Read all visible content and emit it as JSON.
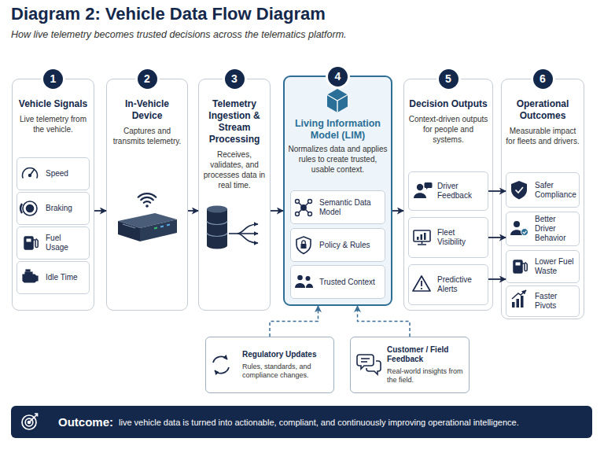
{
  "diagram": {
    "title": "Diagram 2: Vehicle Data Flow Diagram",
    "caption": "How live telemetry becomes trusted decisions across the telematics platform.",
    "nodes": [
      {
        "text": [
          "1",
          "Vehicle Signals",
          "Live telemetry from the vehicle."
        ]
      },
      {
        "text": [
          "Speed"
        ],
        "in": 0
      },
      {
        "text": [
          "Braking"
        ],
        "in": 0
      },
      {
        "text": [
          "Fuel Usage"
        ],
        "in": 0
      },
      {
        "text": [
          "Idle Time"
        ],
        "in": 0
      },
      {
        "text": [
          "2",
          "In-Vehicle Device",
          "Captures and transmits telemetry."
        ]
      },
      {
        "text": [
          "3",
          "Telemetry Ingestion & Stream Processing",
          "Receives, validates, and processes data in real time."
        ]
      },
      {
        "text": [
          "4",
          "Living Information Model (LIM)",
          "Normalizes data and applies rules to create trusted, usable context."
        ]
      },
      {
        "text": [
          "Semantic Data Model"
        ],
        "in": 7
      },
      {
        "text": [
          "Policy & Rules"
        ],
        "in": 7
      },
      {
        "text": [
          "Trusted Context"
        ],
        "in": 7
      },
      {
        "text": [
          "5",
          "Decision Outputs",
          "Context-driven outputs for people and systems."
        ]
      },
      {
        "text": [
          "Driver Feedback"
        ],
        "in": 11
      },
      {
        "text": [
          "Fleet Visibility"
        ],
        "in": 11
      },
      {
        "text": [
          "Predictive Alerts"
        ],
        "in": 11
      },
      {
        "text": [
          "6",
          "Operational Outcomes",
          "Measurable impact for fleets and drivers."
        ]
      },
      {
        "text": [
          "Safer Compliance"
        ],
        "in": 15
      },
      {
        "text": [
          "Better Driver Behavior"
        ],
        "in": 15
      },
      {
        "text": [
          "Lower Fuel Waste"
        ],
        "in": 15
      },
      {
        "text": [
          "Faster Pivots"
        ],
        "in": 15
      },
      {
        "text": [
          "Regulatory Updates",
          "Rules, standards, and compliance changes."
        ]
      },
      {
        "text": [
          "Customer / Field Feedback",
          "Real-world insights from the field."
        ]
      },
      {
        "text": [
          "Outcome:",
          "live vehicle data is turned into actionable, compliant, and continuously improving operational intelligence."
        ]
      }
    ],
    "edges": [
      {
        "from": 0,
        "to": 5,
        "arrow": "to"
      },
      {
        "from": 5,
        "to": 6,
        "arrow": "to"
      },
      {
        "from": 6,
        "to": 7,
        "arrow": "to"
      },
      {
        "from": 7,
        "to": 11,
        "arrow": "to"
      },
      {
        "from": 12,
        "to": 16,
        "arrow": "to"
      },
      {
        "from": 13,
        "to": 17,
        "arrow": "to"
      },
      {
        "from": 14,
        "to": 18,
        "arrow": "to"
      },
      {
        "from": 20,
        "to": 7,
        "arrow": "to"
      },
      {
        "from": 21,
        "to": 7,
        "arrow": "to"
      }
    ]
  }
}
